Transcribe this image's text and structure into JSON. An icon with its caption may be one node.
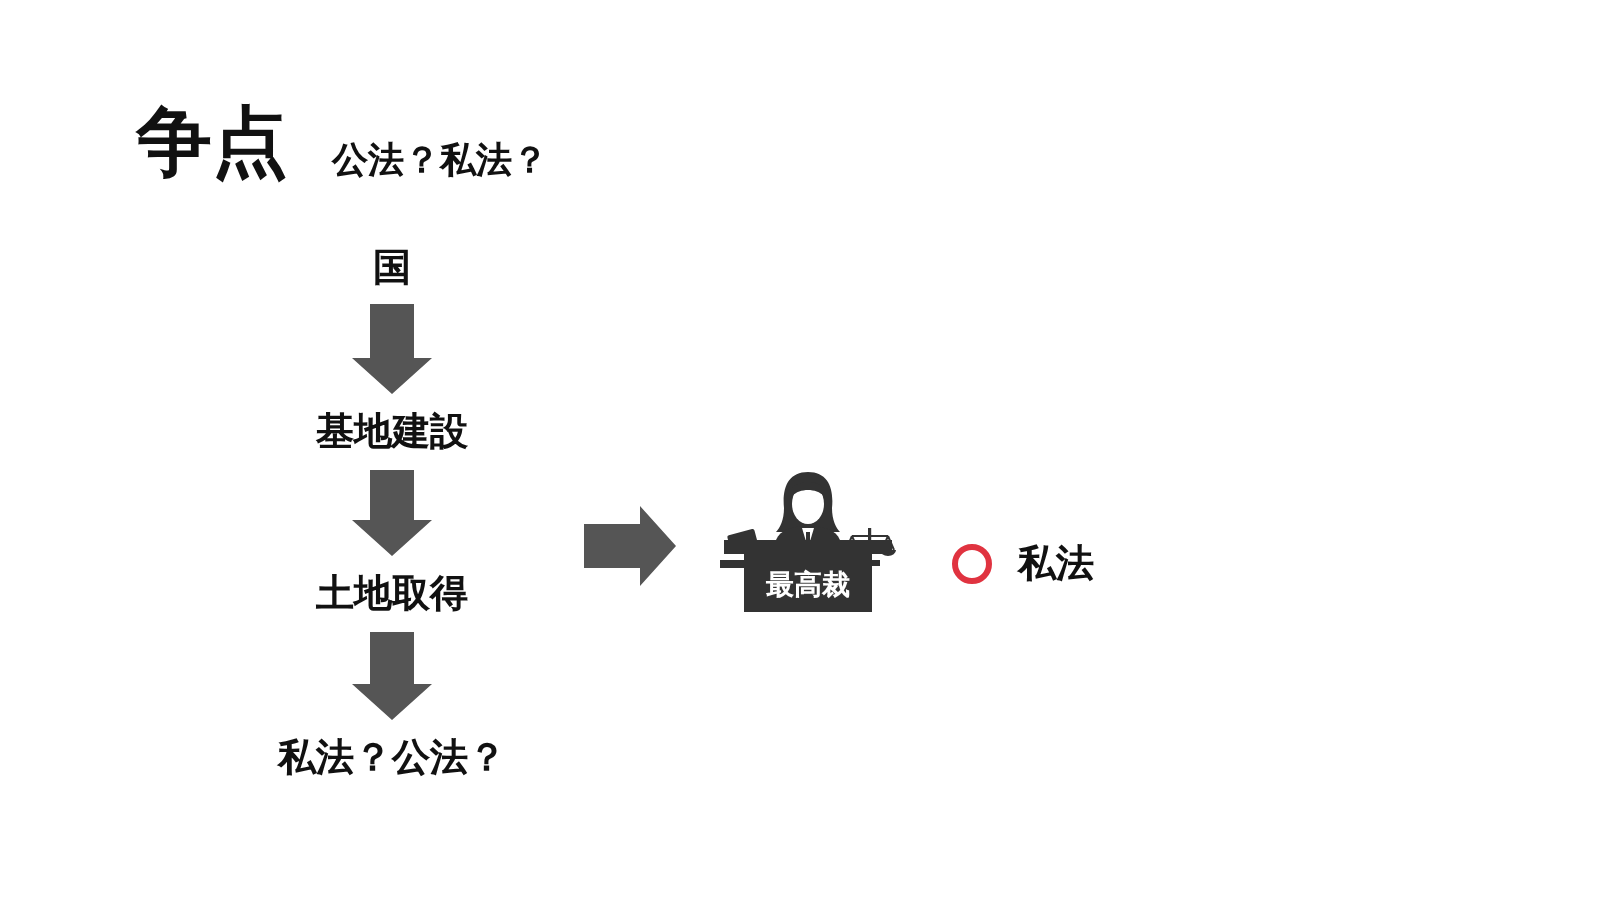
{
  "diagram": {
    "title": "争点",
    "nodes": [
      {
        "text": [
          "国"
        ]
      },
      {
        "text": [
          "基地建設"
        ]
      },
      {
        "text": [
          "土地取得"
        ]
      },
      {
        "text": [
          "私法？公法？"
        ]
      },
      {
        "text": [
          "最高裁"
        ]
      },
      {
        "text": [
          "私法"
        ]
      }
    ],
    "edges": [
      {
        "from": 0,
        "to": 1,
        "arrow": "to",
        "style": "thick"
      },
      {
        "from": 1,
        "to": 2,
        "arrow": "to",
        "style": "thick"
      },
      {
        "from": 2,
        "to": 3,
        "arrow": "to",
        "style": "thick"
      },
      {
        "from": null,
        "to": 4,
        "arrow": "to",
        "style": "thick"
      }
    ],
    "labels": [
      "公法？私法？"
    ]
  }
}
